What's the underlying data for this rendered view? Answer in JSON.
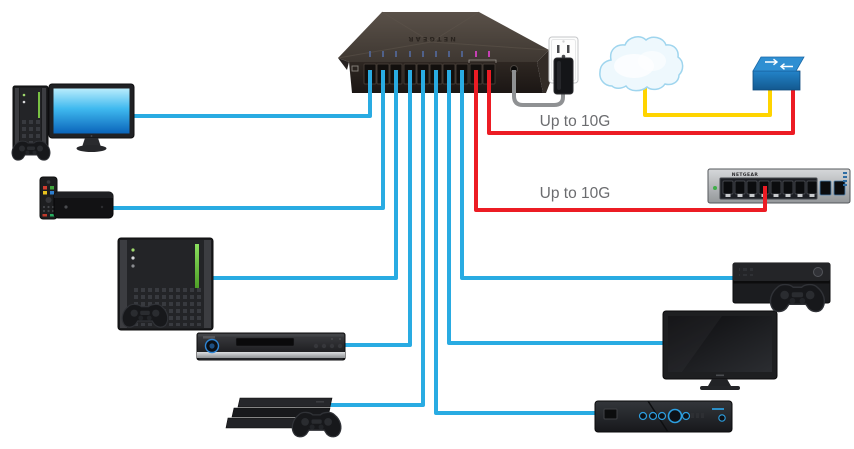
{
  "diagram": {
    "type": "network-topology",
    "labels": {
      "uplink_top": "Up to 10G",
      "uplink_bottom": "Up to 10G"
    },
    "main_switch": {
      "brand": "NETGEAR",
      "port_count": 10,
      "lan_ports": 8,
      "multi_gig_ports": 2
    },
    "remote_switch": {
      "brand": "NETGEAR"
    },
    "cables": {
      "lan": {
        "color": "#29abe2",
        "count": 8
      },
      "uplink": {
        "color": "#ec1c24",
        "count": 2
      },
      "internet": {
        "color": "#ffd400",
        "count": 1
      },
      "power": {
        "color": "#8f9193",
        "count": 1
      }
    },
    "icons": [
      "desktop-computer-icon",
      "game-controller-icon",
      "remote-control-icon",
      "streaming-box-icon",
      "gaming-tower-icon",
      "dvd-player-icon",
      "playstation-console-icon",
      "nvr-icon",
      "tv-icon",
      "xbox-console-icon",
      "ten-gig-switch-icon",
      "internet-cloud-icon",
      "lan-switch-icon",
      "power-outlet-icon",
      "power-plug-icon"
    ]
  }
}
